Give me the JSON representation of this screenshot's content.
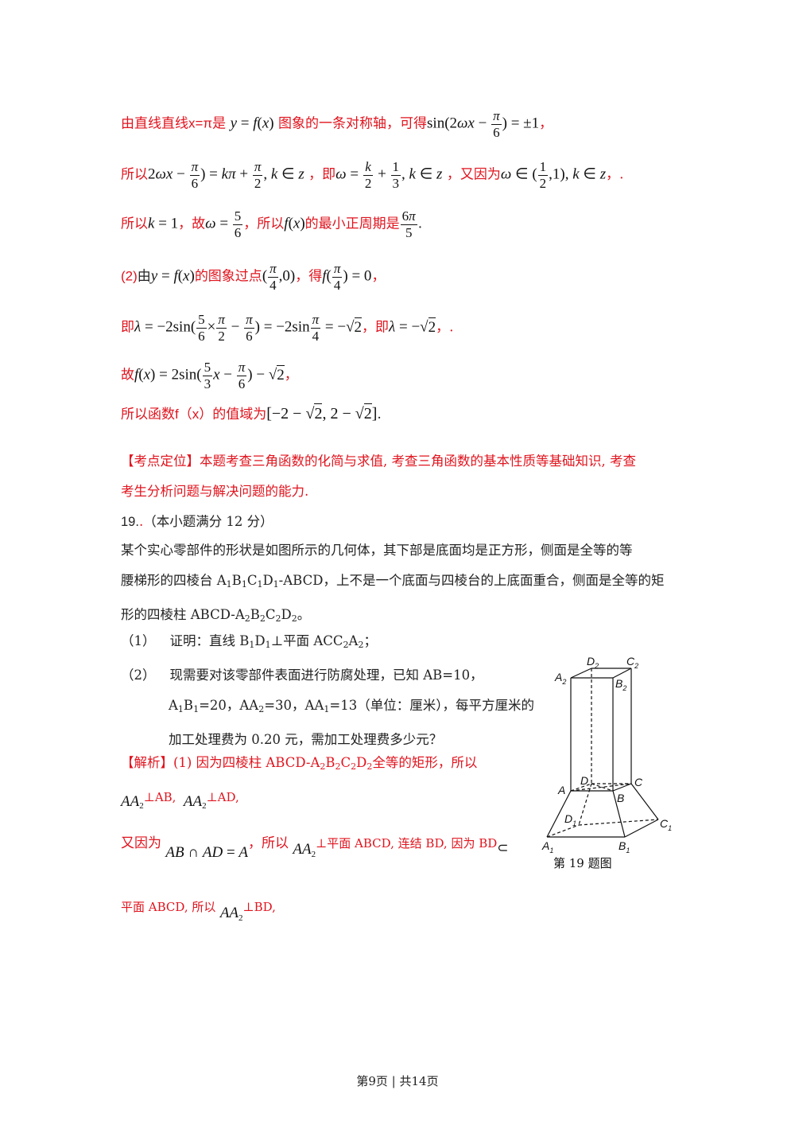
{
  "l1": {
    "a": "由直线直线",
    "b": "x=π",
    "c": "是",
    "d": "图象的一条对称轴，可得",
    "e": "，"
  },
  "l2": {
    "a": "所以",
    "b": "，即",
    "c": "，又因为",
    "d": "，."
  },
  "l3": {
    "a": "所以",
    "b": "，故",
    "c": "，所以",
    "d": "的最小正周期是",
    "e": "."
  },
  "l4": {
    "a": "(2)",
    "b": "由",
    "c": "的图象过点",
    "d": "，得",
    "e": "，"
  },
  "l5": {
    "a": "即",
    "b": "，即",
    "c": "，."
  },
  "l6": {
    "a": "故",
    "b": "，"
  },
  "l7": {
    "a": "所以函数",
    "b": "f（x）",
    "c": "的值域为",
    "d": "."
  },
  "kaodian": {
    "label": "【考点定位】",
    "text1": "本题考查三角函数的化简与求值, 考查三角函数的基本性质等基础知识, 考查",
    "text2": "考生分析问题与解决问题的能力."
  },
  "q19": {
    "num": "19.",
    "dot": ".",
    "score": "（本小题满分 12 分）",
    "p1": "某个实心零部件的形状是如图所示的几何体，其下部是底面均是正方形，侧面是全等的等",
    "p2a": "腰梯形的四棱台 A",
    "p2b": "-ABCD，上不是一个底面与四棱台的上底面重合，侧面是全等的矩",
    "p3a": "形的四棱柱 ABCD-A",
    "p3b": "。",
    "s1_num": "（1）",
    "s1_text": "证明：直线 B",
    "s1_text2": "⊥平面 ACC",
    "s1_end": "；",
    "s2_num": "（2）",
    "s2_l1": "现需要对该零部件表面进行防腐处理，已知 AB=10，",
    "s2_l2a": "=20，AA",
    "s2_l2b": "=30，AA",
    "s2_l2c": "=13（单位：厘米），每平方厘米的",
    "s2_l3": "加工处理费为 0.20 元，需加工处理费多少元？"
  },
  "jiexi": {
    "label": "【解析】",
    "text1": "(1) 因为四棱柱 ABCD-A",
    "text1b": "全等的矩形，所以",
    "ab": "⊥AB,",
    "ad": "⊥AD,",
    "text3": "又因为",
    "text3b": "，所以",
    "text3c": "⊥平面 ABCD, 连结 BD, 因为 BD",
    "subset": "⊂",
    "text4": "平面 ABCD, 所以",
    "bd": "⊥BD,"
  },
  "figure": {
    "caption": "第 19 题图",
    "labels": {
      "A2": "A",
      "D2": "D",
      "C2": "C",
      "B2": "B",
      "A": "A",
      "D": "D",
      "C": "C",
      "B": "B",
      "D1": "D",
      "C1": "C",
      "A1": "A",
      "B1": "B"
    }
  },
  "footer": {
    "text": "第9页  | 共14页"
  }
}
